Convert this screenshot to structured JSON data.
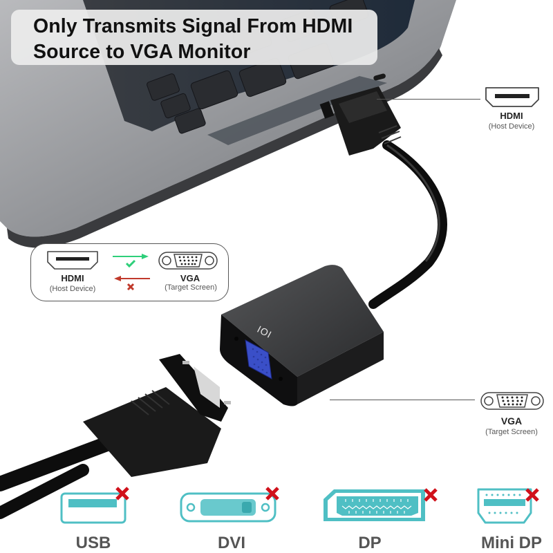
{
  "headline": {
    "line1": "Only Transmits Signal From HDMI",
    "line2": "Source to VGA Monitor"
  },
  "callouts": {
    "hdmi": {
      "title": "HDMI",
      "subtitle": "(Host Device)"
    },
    "vga": {
      "title": "VGA",
      "subtitle": "(Target Screen)"
    }
  },
  "direction_box": {
    "source": {
      "title": "HDMI",
      "subtitle": "(Host Device)"
    },
    "target": {
      "title": "VGA",
      "subtitle": "(Target Screen)"
    },
    "forward": {
      "direction": "HDMI to VGA",
      "supported": true,
      "icon": "check-icon",
      "color": "#2ecf7a"
    },
    "reverse": {
      "direction": "VGA to HDMI",
      "supported": false,
      "icon": "x-icon",
      "color": "#c0392b"
    }
  },
  "adapter_label": "IOI",
  "unsupported_ports": [
    {
      "label": "USB",
      "icon": "usb-port-icon",
      "supported": false
    },
    {
      "label": "DVI",
      "icon": "dvi-port-icon",
      "supported": false
    },
    {
      "label": "DP",
      "icon": "displayport-icon",
      "supported": false
    },
    {
      "label": "Mini DP",
      "icon": "mini-displayport-icon",
      "supported": false
    }
  ],
  "colors": {
    "port_teal": "#4fbfc4",
    "cross_red": "#d0111b",
    "laptop_gray": "#8a8c90",
    "connector_black": "#1a1a1a",
    "vga_blue": "#3a4fc8"
  }
}
